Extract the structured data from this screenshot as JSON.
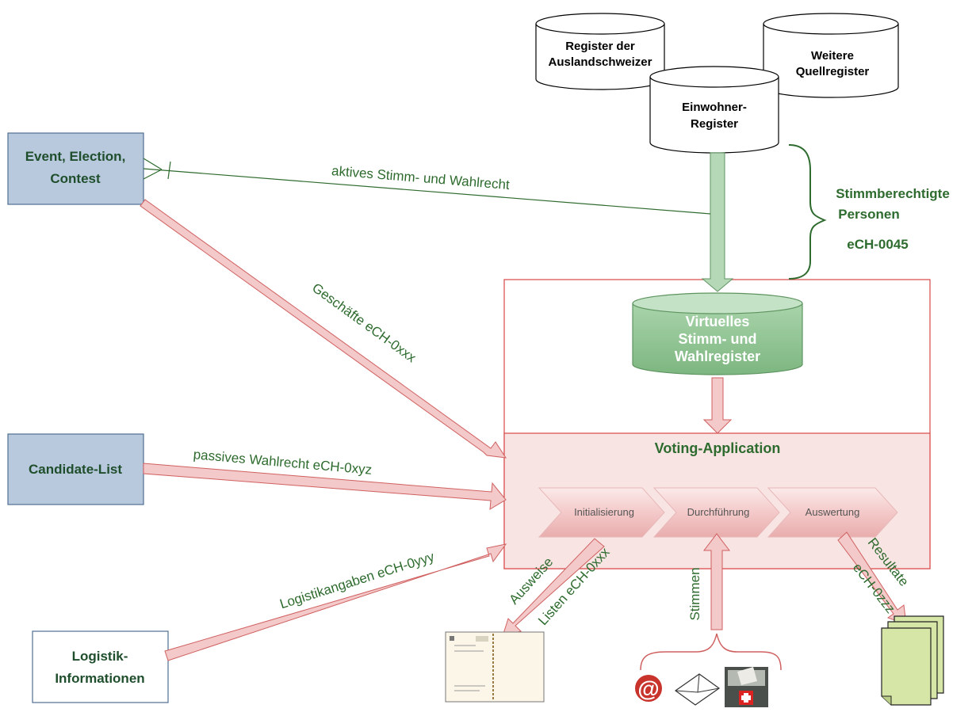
{
  "colors": {
    "entity_fill": "#b8c9dd",
    "entity_stroke": "#4f6f93",
    "label_green": "#2e6b2e",
    "arrow_fill": "#f3c9c9",
    "arrow_stroke": "#d06060",
    "frame_stroke": "#d94848",
    "app_fill": "#f9e4e4",
    "register_fill": "#94c596",
    "document_fill": "#d6e6a6"
  },
  "registers": {
    "auslandschweizer": [
      "Register der",
      "Auslandschweizer"
    ],
    "weitere": [
      "Weitere",
      "Quellregister"
    ],
    "einwohner": [
      "Einwohner-",
      "Register"
    ]
  },
  "virtual_register": [
    "Virtuelles",
    "Stimm- und",
    "Wahlregister"
  ],
  "entities": {
    "event": [
      "Event, Election,",
      "Contest"
    ],
    "candidate": [
      "Candidate-List"
    ],
    "logistik": [
      "Logistik-",
      "Informationen"
    ]
  },
  "stimmberechtigte": [
    "Stimmberechtigte",
    "Personen",
    "eCH-0045"
  ],
  "voting_application": {
    "title": "Voting-Application",
    "steps": [
      "Initialisierung",
      "Durchführung",
      "Auswertung"
    ]
  },
  "flows": {
    "aktives": "aktives Stimm- und Wahlrecht",
    "geschaefte": "Geschäfte eCH-0xxx",
    "passives": "passives Wahlrecht  eCH-0xyz",
    "logistik": "Logistikangaben eCH-0yyy",
    "ausweise": "Ausweise",
    "listen": "Listen eCH-0xxx",
    "stimmen": "Stimmen",
    "resultate": "Resultate",
    "resultate_ech": "eCH-0zzz"
  },
  "icons": [
    "at-sign-icon",
    "envelope-icon",
    "ballot-box-icon",
    "document-stack-icon",
    "voting-material-icon"
  ]
}
